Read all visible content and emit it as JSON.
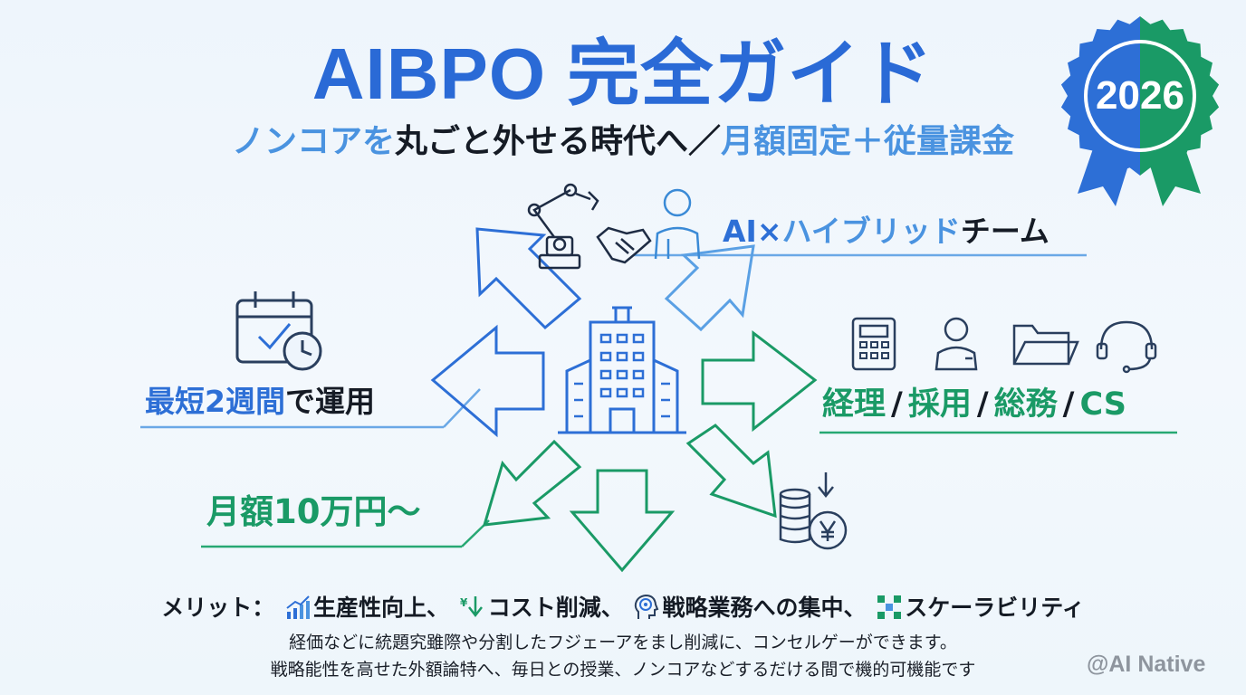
{
  "title": "AIBPO 完全ガイド",
  "subtitle": {
    "part1": "ノンコアを",
    "part2": "丸ごと外せる時代へ／",
    "part3": "月額固定＋従量課金"
  },
  "badge": {
    "year": "2026",
    "colors": [
      "#2d6fd6",
      "#1a9a66"
    ]
  },
  "labels": {
    "team": {
      "part1": "AI×",
      "part2": "ハイブリッド",
      "part3": "チーム"
    },
    "ops": {
      "part1": "最短2週間",
      "part2": "で運用"
    },
    "depts": [
      "経理",
      "採用",
      "総務",
      "CS"
    ],
    "dept_separator": "/",
    "price": "月額10万円〜"
  },
  "merits": {
    "prefix": "メリット：",
    "items": [
      "生産性向上、",
      "コスト削減、",
      "戦略業務への集中、",
      "スケーラビリティ"
    ]
  },
  "description": [
    "経価などに統題究雖際や分割したフジェーアをまし削減に、コンセルゲーができます。",
    "戦略能性を高せた外額論特へ、毎日との授業、ノンコアなどするだける間で機的可機能です"
  ],
  "credit": "@AI Native",
  "icons": [
    "robot-arm-icon",
    "handshake-icon",
    "person-icon",
    "calendar-check-icon",
    "building-icon",
    "calculator-icon",
    "staff-person-icon",
    "folder-icon",
    "headset-icon",
    "coins-yen-icon",
    "growth-chart-icon",
    "yen-down-icon",
    "target-head-icon",
    "scale-grid-icon"
  ],
  "colors": {
    "blue": "#2d6fd6",
    "light_blue": "#4a93e0",
    "green": "#1a9a66",
    "dark": "#151b25"
  }
}
